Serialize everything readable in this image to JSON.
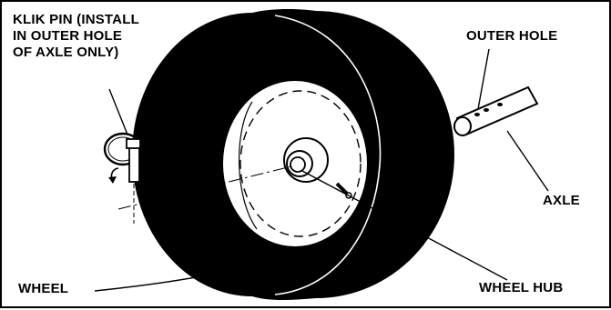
{
  "figure": {
    "labels": {
      "klik_pin_line1": "KLIK PIN (INSTALL",
      "klik_pin_line2": "IN OUTER HOLE",
      "klik_pin_line3": "OF AXLE ONLY)",
      "outer_hole": "OUTER HOLE",
      "axle": "AXLE",
      "wheel": "WHEEL",
      "wheel_hub": "WHEEL HUB"
    },
    "colors": {
      "ink": "#000000",
      "paper": "#ffffff"
    }
  }
}
